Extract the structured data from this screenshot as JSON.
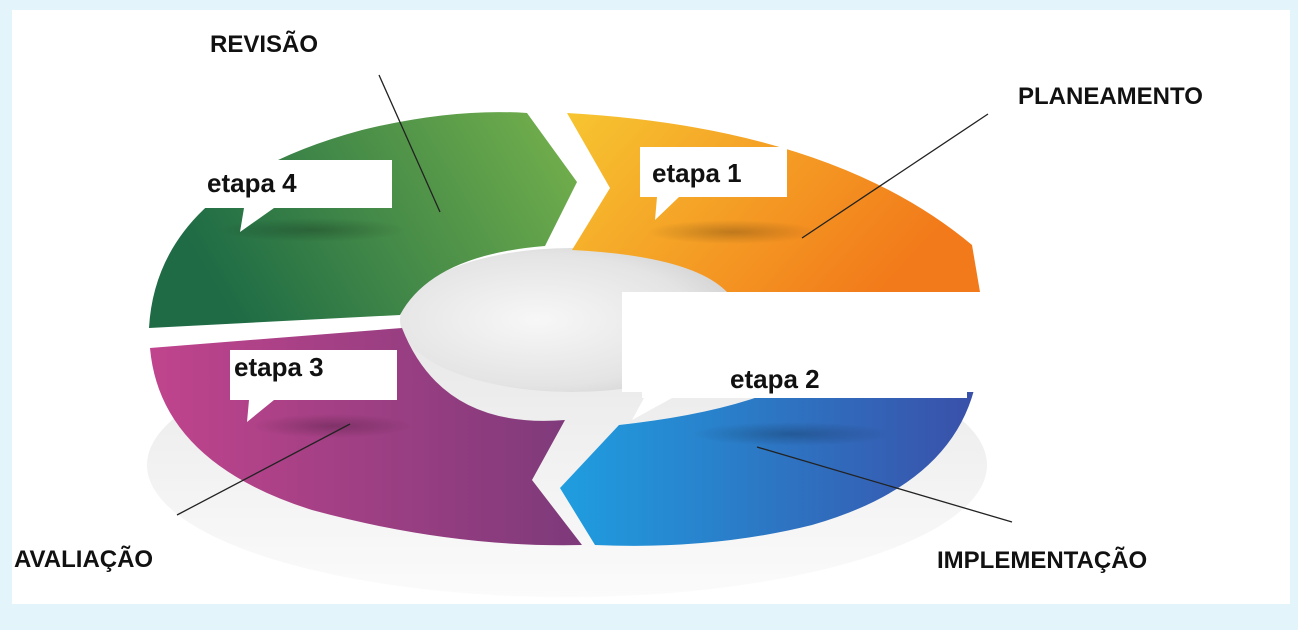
{
  "stages": [
    {
      "id": "planning",
      "name": "PLANEAMENTO",
      "step": "etapa 1",
      "color_start": "#f7c531",
      "color_end": "#f27a1a"
    },
    {
      "id": "implementation",
      "name": "IMPLEMENTAÇÃO",
      "step": "etapa 2",
      "color_start": "#1f9ee0",
      "color_end": "#3a4fa8"
    },
    {
      "id": "evaluation",
      "name": "AVALIAÇÃO",
      "step": "etapa 3",
      "color_start": "#c0448d",
      "color_end": "#7d3a7a"
    },
    {
      "id": "review",
      "name": "REVISÃO",
      "step": "etapa 4",
      "color_start": "#1e6b45",
      "color_end": "#76b24c"
    }
  ],
  "colors": {
    "frame_background": "#e3f4fb",
    "canvas_background": "#ffffff",
    "text": "#111111"
  }
}
